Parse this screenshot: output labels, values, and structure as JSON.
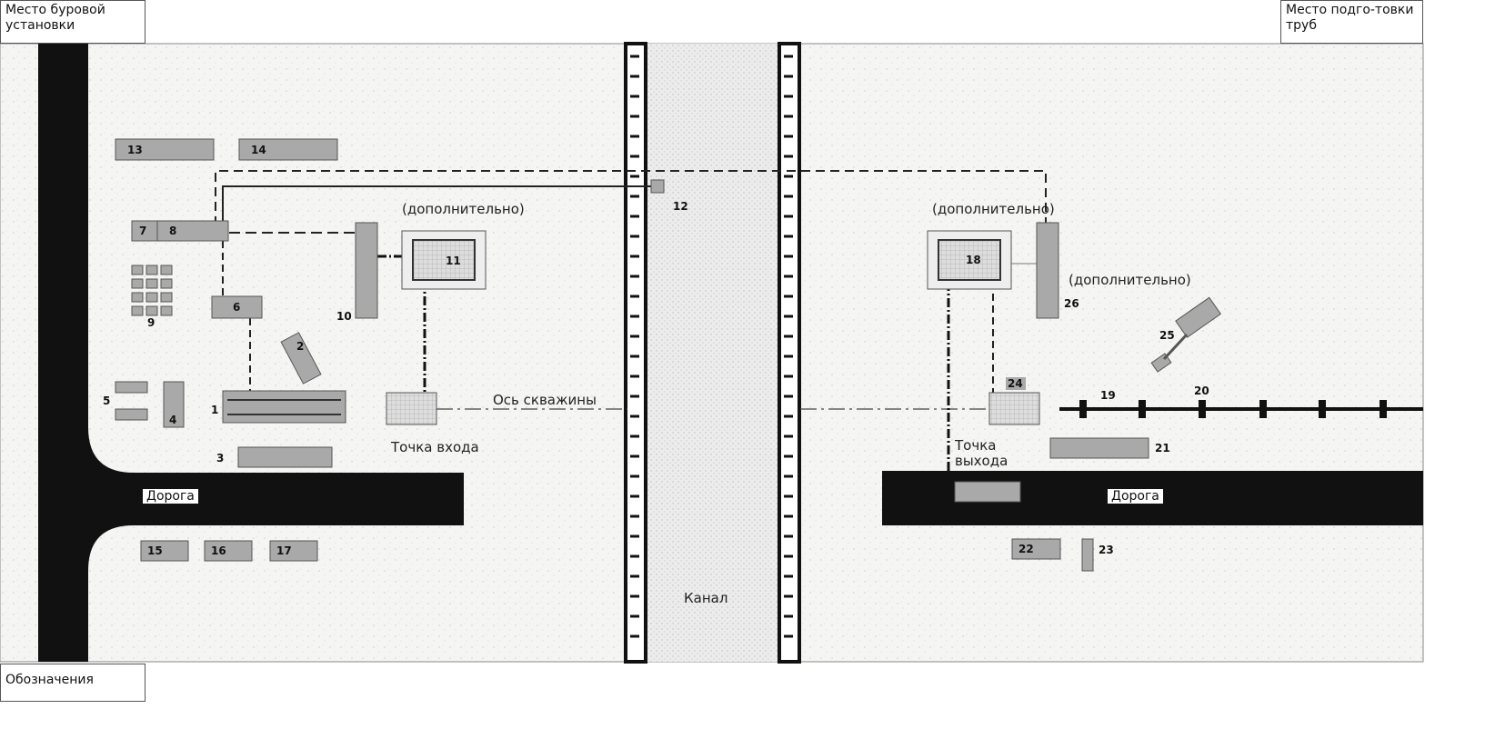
{
  "corners": {
    "drill_site": "Место буровой установки",
    "pipe_site": "Место подго-товки труб",
    "legend": "Обозначения"
  },
  "labels": {
    "optional_left": "(дополнительно)",
    "optional_right": "(дополнительно)",
    "optional_tank": "(дополнительно)",
    "well_axis": "Ось скважины",
    "entry_point": "Точка входа",
    "exit_point_1": "Точка",
    "exit_point_2": "выхода",
    "road_left": "Дорога",
    "road_right": "Дорога",
    "canal": "Канал"
  },
  "numbers": {
    "n1": "1",
    "n2": "2",
    "n3": "3",
    "n4": "4",
    "n5": "5",
    "n6": "6",
    "n7": "7",
    "n8": "8",
    "n9": "9",
    "n10": "10",
    "n11": "11",
    "n12": "12",
    "n13": "13",
    "n14": "14",
    "n15": "15",
    "n16": "16",
    "n17": "17",
    "n18": "18",
    "n19": "19",
    "n20": "20",
    "n21": "21",
    "n22": "22",
    "n23": "23",
    "n24": "24",
    "n25": "25",
    "n26": "26"
  },
  "colors": {
    "equipment": "#a9a9a9",
    "road": "#111111",
    "ground": "#f4f4f2",
    "canal": "#e8e8e8"
  }
}
